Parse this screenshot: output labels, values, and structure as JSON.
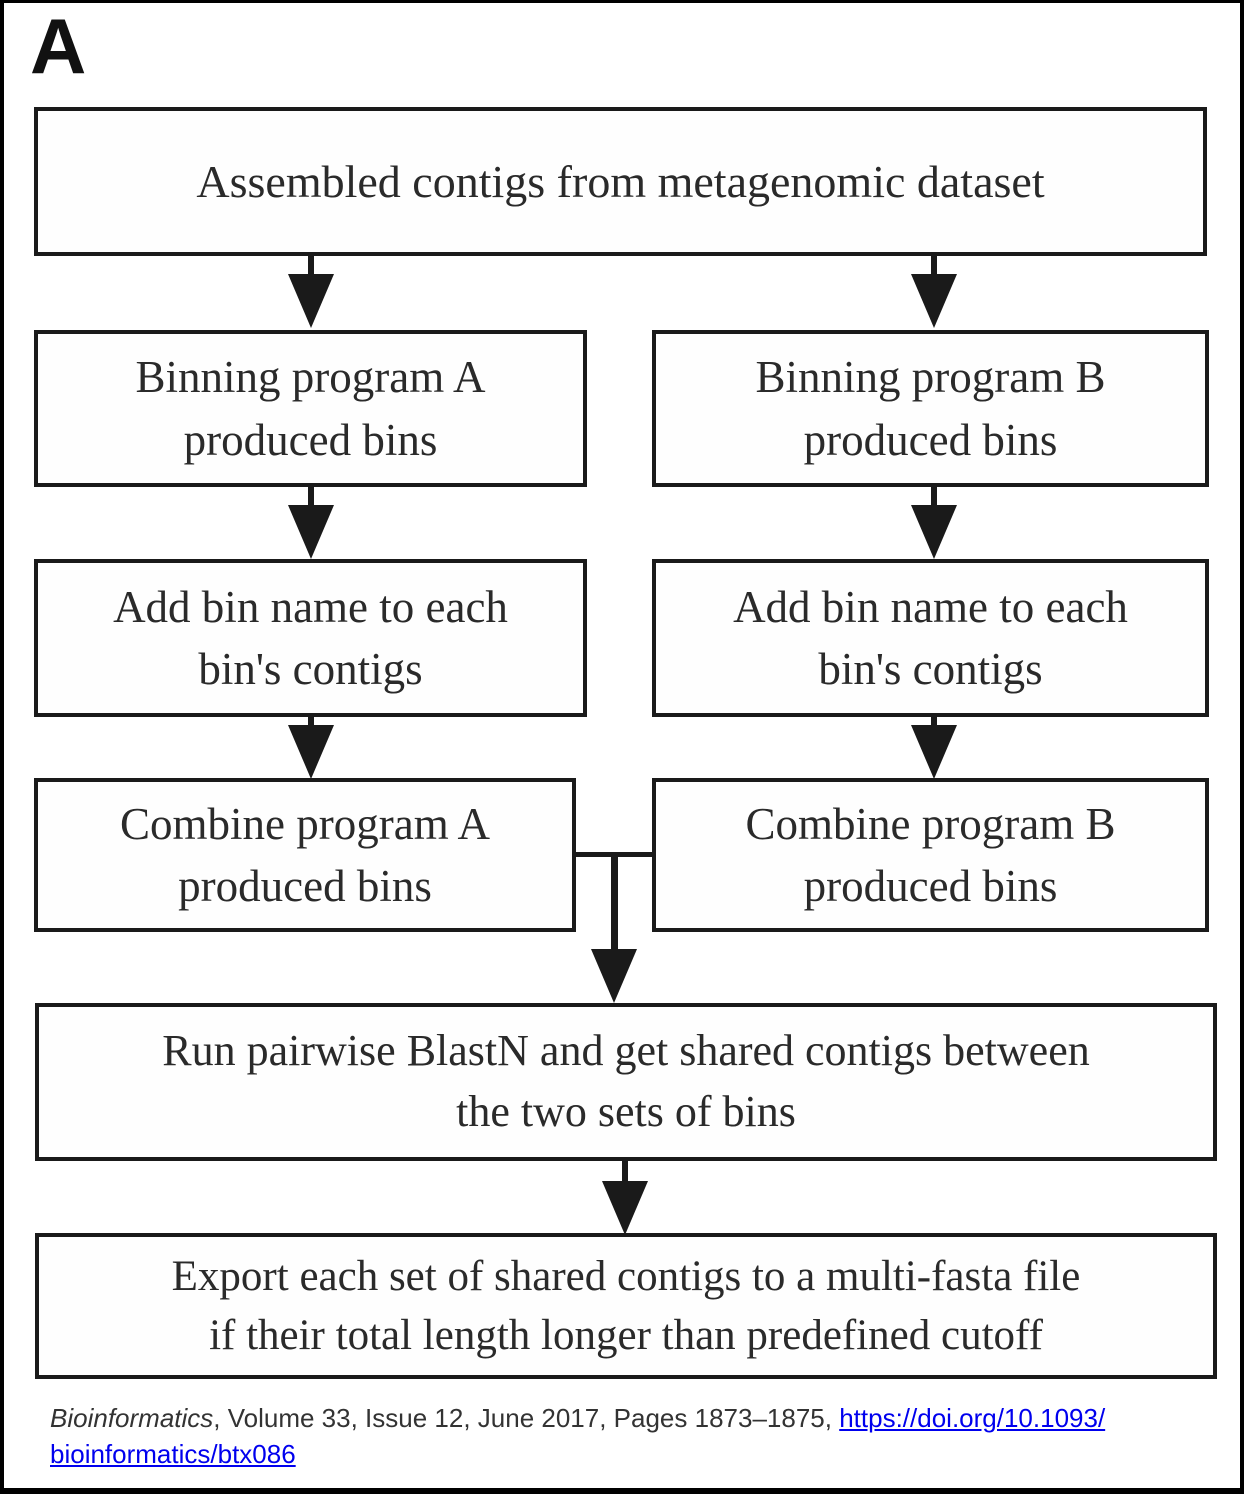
{
  "panel_label": "A",
  "boxes": {
    "assembled": "Assembled contigs from metagenomic dataset",
    "binning_a": "Binning program A\nproduced bins",
    "binning_b": "Binning program B\nproduced bins",
    "addbin_a": "Add bin name to each\nbin's contigs",
    "addbin_b": "Add bin name to each\nbin's contigs",
    "combine_a": "Combine program A\nproduced bins",
    "combine_b": "Combine program B\nproduced bins",
    "run_blastn": "Run pairwise BlastN and get shared contigs between\nthe two sets of bins",
    "export_fasta": "Export each set of shared contigs to a multi-fasta file\nif their total length longer than predefined cutoff"
  },
  "citation": {
    "journal": "Bioinformatics",
    "reference": ", Volume 33, Issue 12, June 2017, Pages 1873–1875, ",
    "doi_line1": "https://doi.org/10.1093/",
    "doi_line2": "bioinformatics/btx086"
  },
  "colors": {
    "line": "#1a1a1a",
    "box_text": "#2a2a2a",
    "link_blue": "#0000ee",
    "citation_text": "#333333",
    "background": "#ffffff"
  }
}
